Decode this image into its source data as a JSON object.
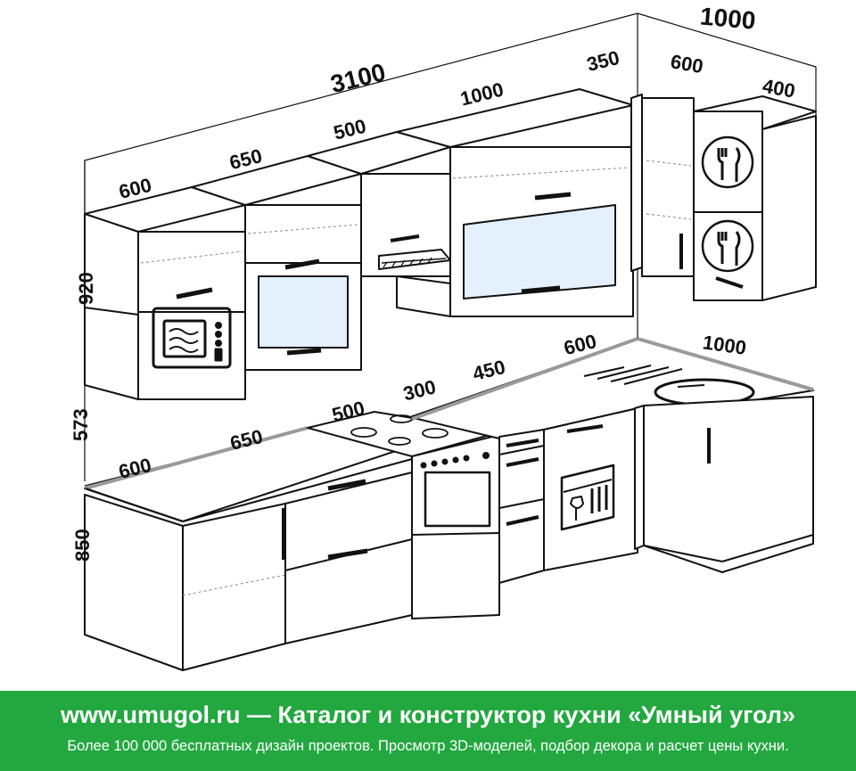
{
  "dimensions": {
    "total_width": "3100",
    "corner_width": "1000",
    "upper_600": "600",
    "upper_650": "650",
    "upper_500": "500",
    "upper_1000": "1000",
    "upper_350": "350",
    "upper_corner_600": "600",
    "upper_corner_400": "400",
    "height_upper": "920",
    "height_gap": "573",
    "height_lower": "850",
    "lower_600": "600",
    "lower_650": "650",
    "lower_500": "500",
    "lower_300": "300",
    "lower_450": "450",
    "lower_600_b": "600",
    "lower_corner_1000": "1000"
  },
  "banner": {
    "title": "www.umugol.ru — Каталог и конструктор кухни «Умный угол»",
    "subtitle": "Более 100 000 бесплатных дизайн проектов. Просмотр 3D-моделей, подбор декора и расчет цены кухни."
  },
  "colors": {
    "banner_green": "#22a83f",
    "glass_blue": "#e4f0fb",
    "worktop_grey": "#9a9a9a"
  }
}
